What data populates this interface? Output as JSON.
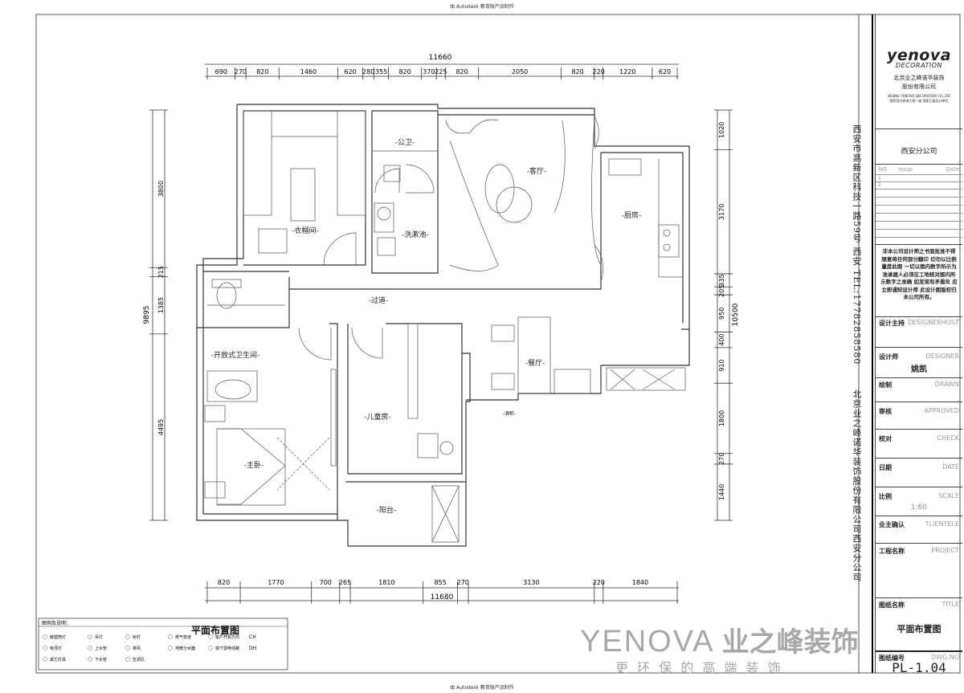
{
  "header": {
    "top_note": "由 Autodesk 教育版产品制作",
    "bottom_note": "由 Autodesk 教育版产品制作"
  },
  "dimensions": {
    "top_total": "11660",
    "top_segments": [
      "690",
      "270",
      "820",
      "1460",
      "620",
      "280",
      "355",
      "820",
      "370",
      "225",
      "820",
      "2050",
      "820",
      "220",
      "1220",
      "620"
    ],
    "bottom_total": "11680",
    "bottom_segments": [
      "820",
      "1770",
      "700",
      "265",
      "1810",
      "855",
      "270",
      "3130",
      "220",
      "1840"
    ],
    "left_total": "9895",
    "left_segments": [
      "3800",
      "215",
      "1385",
      "4495"
    ],
    "right_total": "10500",
    "right_segments": [
      "1020",
      "3170",
      "335",
      "205",
      "950",
      "400",
      "910",
      "1800",
      "270",
      "1440"
    ]
  },
  "rooms": {
    "cloakroom": "-衣帽间-",
    "public_bath": "-公卫-",
    "laundry": "-洗漱池-",
    "living": "-客厅-",
    "kitchen": "-厨房-",
    "corridor": "-过道-",
    "open_bath": "-开放式卫生间-",
    "dining": "-餐厅-",
    "kids_room": "-儿童房-",
    "bar": "-酒柜-",
    "master": "-主卧-",
    "balcony": "-阳台-"
  },
  "plan_title": "平面布置图",
  "legend": {
    "title": "图例及说明：",
    "items": [
      "嵌壁筒灯",
      "吊灯",
      "射灯",
      "燃气管道",
      "窗户开启方向",
      "吸顶灯",
      "上水管",
      "排风",
      "地暖分水器",
      "窗下弱电线路",
      "其它灯具",
      "下水管",
      "空调孔"
    ],
    "codes": [
      "CH",
      "DH"
    ]
  },
  "title_block": {
    "logo": "yenova",
    "logo_sub": "DECORATION",
    "company_line1": "北京业之峰诺华装饰",
    "company_line2": "股份有限公司",
    "company_en": "BEIJING YENOVO DECORATION CO.,LTD",
    "company_en2": "国家室内装饰工程一级 国家乙级设计单位",
    "branch": "西安分公司",
    "issue_no": "NO.",
    "issue_label": "Issue",
    "issue_date": "Date",
    "issue_rows": [
      "1",
      "2"
    ],
    "notice": "非本公司设计师之书面批准不得随意将任何部分翻印 切勿以比例量度此图 一切以图内数字所示为准承建人必须在工地核对图内所示数字之准确 如发现有矛盾处 应立即通知设计师 此设计图版权归本公司所有。",
    "design_lead": "设计主持",
    "design_lead_en": "DESIGNERHOST",
    "designer": "设计师",
    "designer_en": "DESIGNER",
    "designer_name": "姚凯",
    "drawn": "绘制",
    "drawn_en": "DRAWN",
    "approved": "审核",
    "approved_en": "APPROVED",
    "check": "校对",
    "check_en": "CHECK",
    "date": "日期",
    "date_en": "DATE",
    "scale": "比例",
    "scale_en": "SCALE",
    "scale_value": "1:60",
    "client": "业主确认",
    "client_en": "TLIENTELE",
    "project": "工程名称",
    "project_en": "PROJECT",
    "title": "图纸名称",
    "title_en": "TITLE",
    "title_value": "平面布置图",
    "dwg": "图纸编号",
    "dwg_en": "DWG.NO",
    "dwg_value": "PL-1.04"
  },
  "company_vertical": "北京业之峰诺华装饰股份有限公司西安分公司",
  "address_vertical": "西安市高新区科技一路59号    西安    TEL:17782858580",
  "watermark": {
    "brand": "YENOVA",
    "brand_cn": "业之峰装饰",
    "slogan": "更 环 保 的 高 端 装 饰"
  },
  "colors": {
    "line": "#333333",
    "wall": "#444444",
    "watermark": "#9a9a9a"
  }
}
